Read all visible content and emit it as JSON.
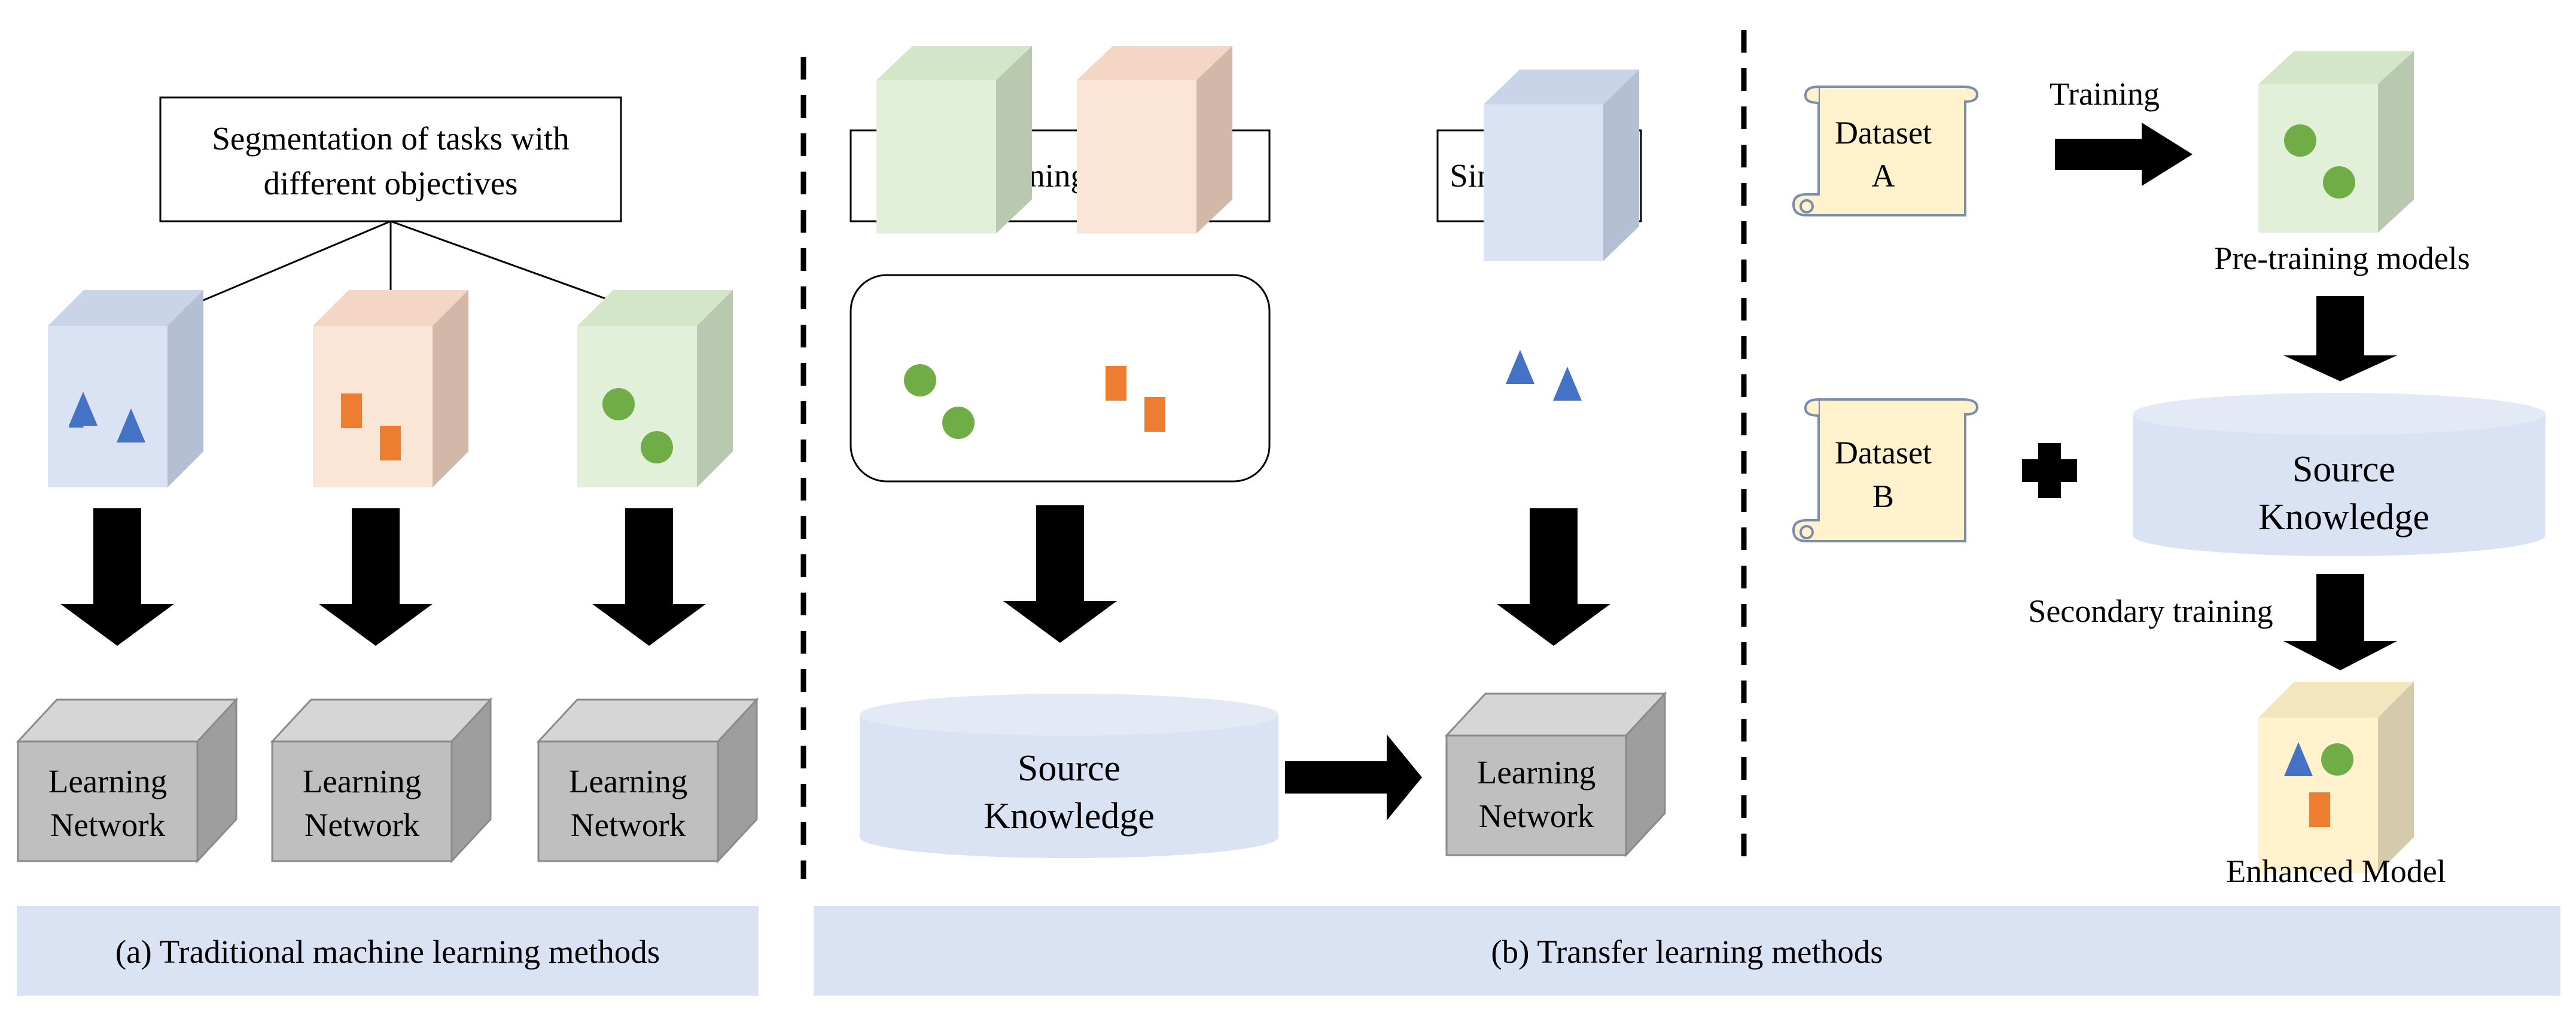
{
  "panel_a": {
    "caption": "(a) Traditional machine learning methods",
    "header_line1": "Segmentation of tasks with",
    "header_line2": "different objectives",
    "networks": [
      {
        "line1": "Learning",
        "line2": "Network"
      },
      {
        "line1": "Learning",
        "line2": "Network"
      },
      {
        "line1": "Learning",
        "line2": "Network"
      }
    ]
  },
  "panel_b": {
    "caption": "(b) Transfer learning methods",
    "pretraining_label": "Pre-training models",
    "similar_tasks_label": "Similar  tasks",
    "source_knowledge_line1": "Source",
    "source_knowledge_line2": "Knowledge",
    "network_line1": "Learning",
    "network_line2": "Network"
  },
  "panel_c": {
    "dataset_a_line1": "Dataset",
    "dataset_a_line2": "A",
    "dataset_b_line1": "Dataset",
    "dataset_b_line2": "B",
    "training_label": "Training",
    "pretraining_models_label": "Pre-training models",
    "source_knowledge_line1": "Source",
    "source_knowledge_line2": "Knowledge",
    "secondary_training_label": "Secondary training",
    "enhanced_model_label": "Enhanced Model"
  },
  "colors": {
    "blue_cube": "#dae3f3",
    "orange_cube": "#fbe5d6",
    "green_cube": "#e2f0d9",
    "yellow_cube": "#fff2cc",
    "gray_cube": "#bfbfbf",
    "caption_bar": "#dae3f3",
    "triangle": "#4472c4",
    "square": "#ed7d31",
    "circle": "#70ad47",
    "scroll": "#fff2cc"
  }
}
